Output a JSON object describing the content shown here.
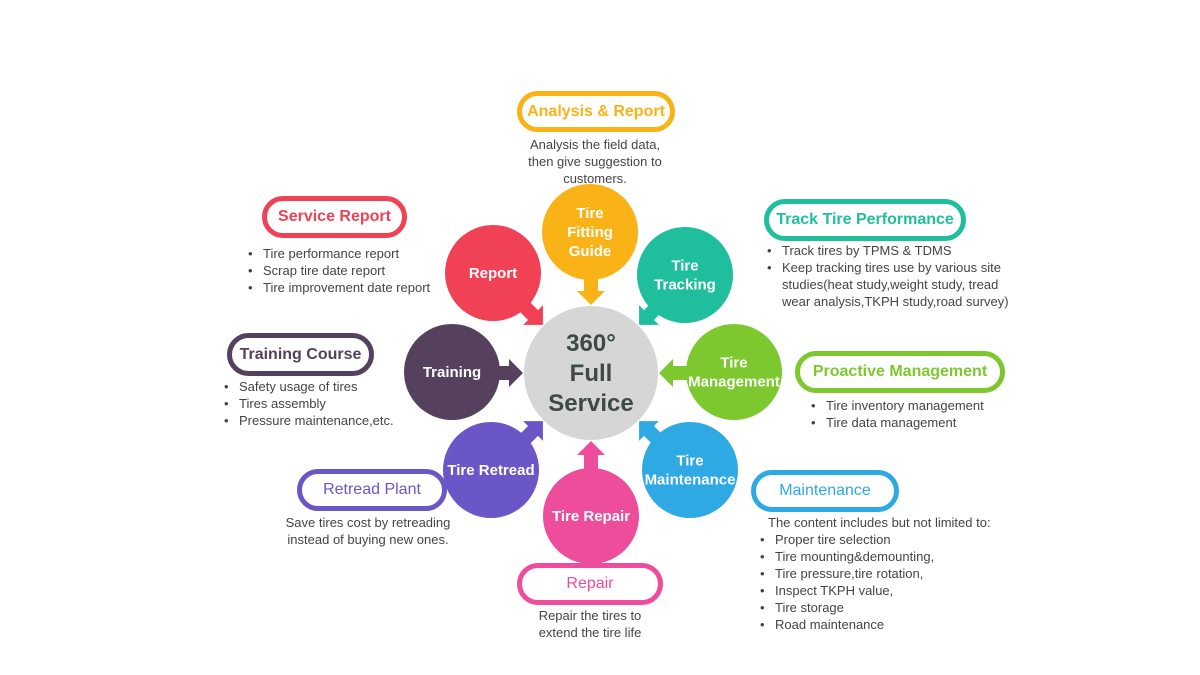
{
  "center": {
    "lines": [
      "360°",
      "Full",
      "Service"
    ]
  },
  "nodes": [
    {
      "id": "tire-fitting-guide",
      "lines": [
        "Tire",
        "Fitting",
        "Guide"
      ],
      "color": "#F9B317"
    },
    {
      "id": "tire-tracking",
      "lines": [
        "Tire",
        "Tracking"
      ],
      "color": "#1FBF9D"
    },
    {
      "id": "tire-management",
      "lines": [
        "Tire",
        "Management"
      ],
      "color": "#7DC82F"
    },
    {
      "id": "tire-maintenance",
      "lines": [
        "Tire",
        "Maintenance"
      ],
      "color": "#2EA9E3"
    },
    {
      "id": "tire-repair",
      "lines": [
        "Tire Repair"
      ],
      "color": "#EE4D9B"
    },
    {
      "id": "tire-retread",
      "lines": [
        "Tire Retread"
      ],
      "color": "#6A56C7"
    },
    {
      "id": "training",
      "lines": [
        "Training"
      ],
      "color": "#55405E"
    },
    {
      "id": "report",
      "lines": [
        "Report"
      ],
      "color": "#F04155"
    }
  ],
  "panels": {
    "analysis": {
      "title": "Analysis & Report",
      "color": "#F9B317",
      "text": [
        "Analysis the field data,",
        "then give suggestion to",
        "customers."
      ]
    },
    "service_report": {
      "title": "Service Report",
      "color": "#F04155",
      "items": [
        "Tire performance report",
        "Scrap tire date report",
        "Tire improvement date report"
      ]
    },
    "track": {
      "title": "Track Tire Performance",
      "color": "#1FBF9D",
      "items": [
        "Track tires by TPMS & TDMS",
        "Keep tracking tires use by various site studies(heat study,weight study, tread wear analysis,TKPH study,road survey)"
      ]
    },
    "training": {
      "title": "Training Course",
      "color": "#55405E",
      "items": [
        "Safety usage of tires",
        "Tires assembly",
        "Pressure maintenance,etc."
      ]
    },
    "proactive": {
      "title": "Proactive Management",
      "color": "#7DC82F",
      "items": [
        "Tire inventory management",
        "Tire data management"
      ]
    },
    "retread": {
      "title": "Retread Plant",
      "color": "#6A56C7",
      "text": [
        "Save tires cost by retreading",
        "instead of buying new ones."
      ]
    },
    "maintenance": {
      "title": "Maintenance",
      "color": "#2EA9E3",
      "intro": "The content includes but not limited to:",
      "items": [
        "Proper tire selection",
        "Tire mounting&demounting,",
        "Tire pressure,tire rotation,",
        "Inspect TKPH value,",
        "Tire storage",
        "Road maintenance"
      ]
    },
    "repair": {
      "title": "Repair",
      "color": "#EE4D9B",
      "text": [
        "Repair the tires to",
        "extend the tire life"
      ]
    }
  }
}
